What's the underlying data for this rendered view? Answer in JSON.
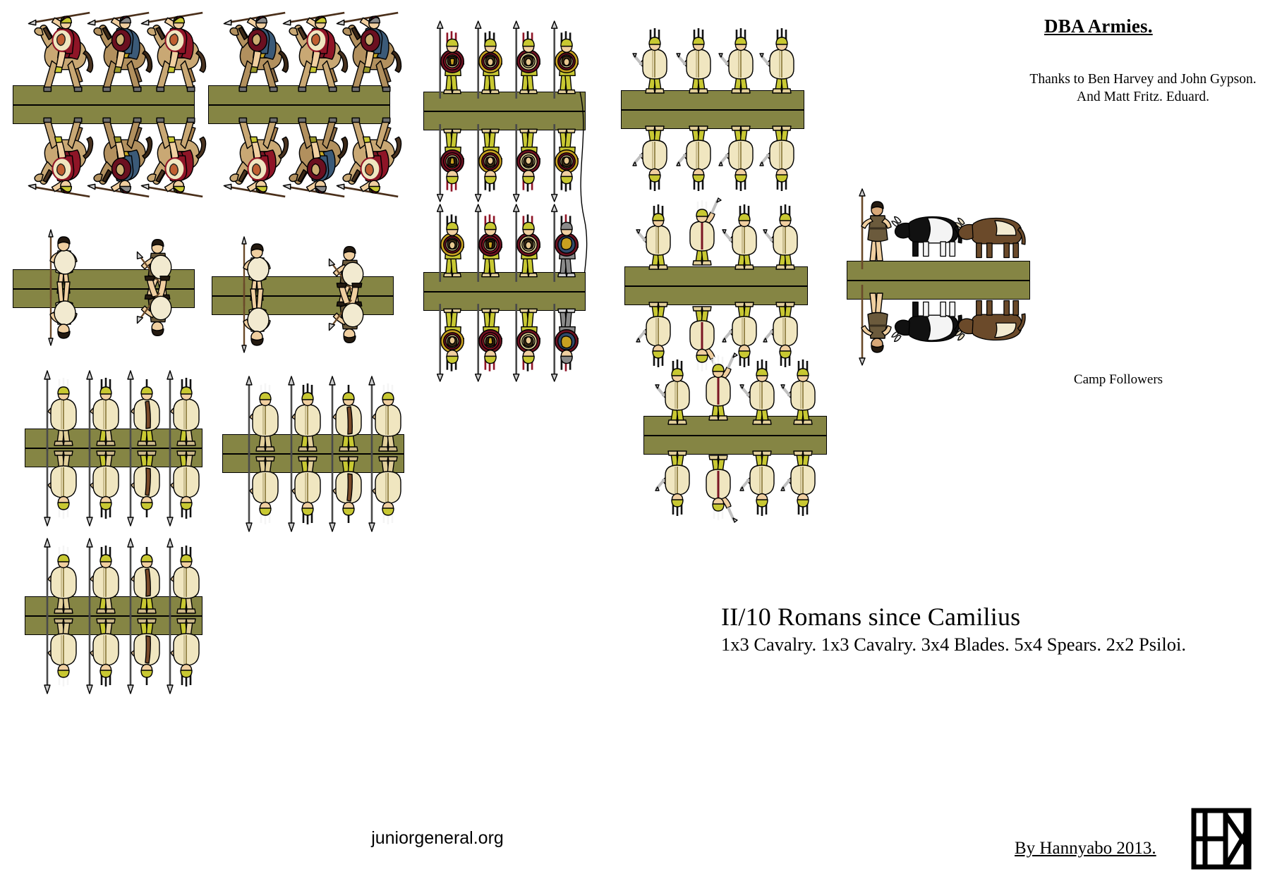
{
  "header": {
    "title": "DBA Armies.",
    "thanks": "Thanks to  Ben Harvey and John Gypson.  And Matt Fritz. Eduard."
  },
  "army": {
    "title": "II/10 Romans since Camilius",
    "composition": "1x3 Cavalry. 1x3 Cavalry. 3x4 Blades. 5x4 Spears. 2x2 Psiloi."
  },
  "labels": {
    "camp_followers": "Camp Followers"
  },
  "footer": {
    "site": "juniorgeneral.org",
    "credit": "By Hannyabo 2013.",
    "logo": "hannyabo-monogram-logo"
  },
  "palette": {
    "base_olive": "#858544",
    "tunic_cream": "#f0e6c0",
    "helmet_yellow": "#c8c832",
    "cloak_red": "#8f1527",
    "cloak_blue": "#3b5a78",
    "skin": "#f0cfa0",
    "horse_tan": "#c9a874",
    "horse_brown": "#8a6a44",
    "shield_dark_red": "#6b1020",
    "outline": "#000000"
  },
  "groups": [
    {
      "id": "cavalry-1",
      "type": "cavalry",
      "count": 3,
      "label_key": "cavalry"
    },
    {
      "id": "cavalry-2",
      "type": "cavalry",
      "count": 3,
      "label_key": "cavalry"
    },
    {
      "id": "spear-round-1",
      "type": "spear-round-shield",
      "count": 4,
      "label_key": "spears"
    },
    {
      "id": "blades-1",
      "type": "blades",
      "count": 4,
      "label_key": "blades"
    },
    {
      "id": "psiloi-1",
      "type": "psiloi",
      "count": 2,
      "label_key": "psiloi"
    },
    {
      "id": "psiloi-2",
      "type": "psiloi",
      "count": 2,
      "label_key": "psiloi"
    },
    {
      "id": "spear-round-2",
      "type": "spear-round-shield",
      "count": 4,
      "label_key": "spears"
    },
    {
      "id": "blades-2",
      "type": "blades",
      "count": 4,
      "label_key": "blades"
    },
    {
      "id": "camp-followers",
      "type": "camp",
      "count": 3,
      "label_key": "camp_followers"
    },
    {
      "id": "spear-scutum-1",
      "type": "spear-scutum",
      "count": 4,
      "label_key": "spears"
    },
    {
      "id": "spear-scutum-2",
      "type": "spear-scutum",
      "count": 4,
      "label_key": "spears"
    },
    {
      "id": "blades-3",
      "type": "blades",
      "count": 4,
      "label_key": "blades"
    },
    {
      "id": "spear-scutum-3",
      "type": "spear-scutum",
      "count": 4,
      "label_key": "spears"
    }
  ]
}
